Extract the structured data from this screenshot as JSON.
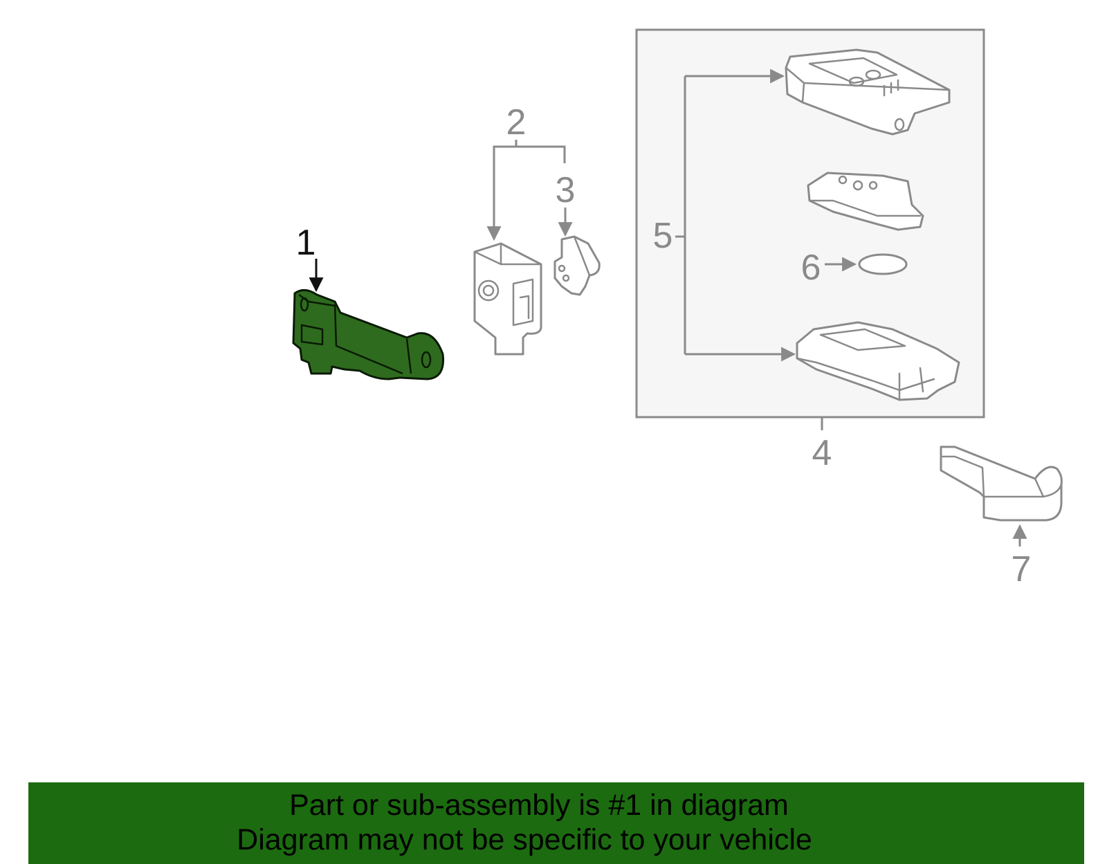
{
  "callouts": [
    {
      "number": "1",
      "highlighted": true
    },
    {
      "number": "2",
      "highlighted": false
    },
    {
      "number": "3",
      "highlighted": false
    },
    {
      "number": "4",
      "highlighted": false
    },
    {
      "number": "5",
      "highlighted": false
    },
    {
      "number": "6",
      "highlighted": false
    },
    {
      "number": "7",
      "highlighted": false
    }
  ],
  "caption": {
    "line1": "Part or sub-assembly is #1 in diagram",
    "line2": "Diagram may not be specific to your vehicle"
  },
  "colors": {
    "highlight_part": "#2e6b1e",
    "caption_bar": "#1c6b10",
    "line_art": "#8a8a8a",
    "box_fill": "#f6f6f6"
  }
}
